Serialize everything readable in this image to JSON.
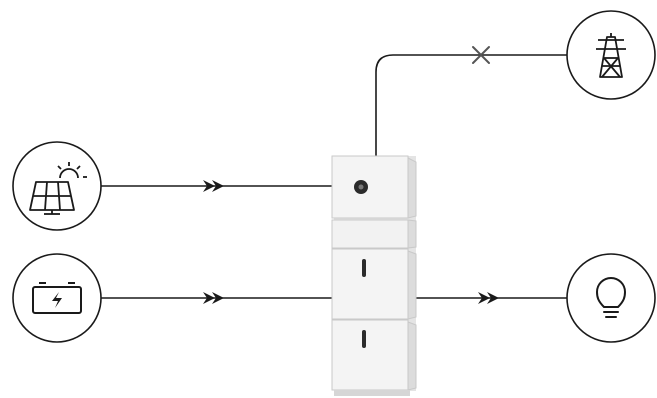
{
  "diagram": {
    "nodes": [
      {
        "id": "solar",
        "icon": "solar-panel-sun-icon"
      },
      {
        "id": "battery",
        "icon": "battery-charging-icon"
      },
      {
        "id": "grid",
        "icon": "transmission-tower-icon"
      },
      {
        "id": "load",
        "icon": "light-bulb-icon"
      },
      {
        "id": "inverter",
        "icon": "battery-storage-inverter-stack"
      }
    ],
    "connections": [
      {
        "from": "solar",
        "to": "inverter",
        "flow": "inbound",
        "arrow": true
      },
      {
        "from": "battery",
        "to": "inverter",
        "flow": "inbound",
        "arrow": true
      },
      {
        "from": "inverter",
        "to": "load",
        "flow": "outbound",
        "arrow": true
      },
      {
        "from": "inverter",
        "to": "grid",
        "flow": "disconnected",
        "arrow": false,
        "marker": "cross"
      }
    ],
    "colors": {
      "line": "#1a1a1a",
      "unit_fill": "#f3f3f3",
      "unit_stroke": "#c9c9c9"
    }
  }
}
